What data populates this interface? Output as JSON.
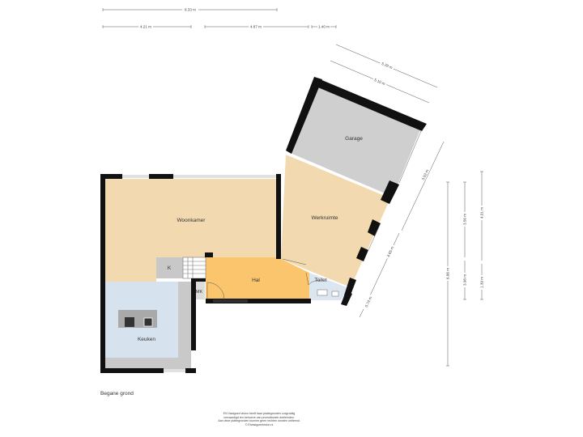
{
  "floor_name": "Begane grond",
  "rooms": {
    "garage": "Garage",
    "werkruimte": "Werkruimte",
    "woonkamer": "Woonkamer",
    "hal": "Hal",
    "toilet": "Toilet",
    "keuken": "Keuken",
    "kast": "K",
    "meterkast": "MK"
  },
  "dimensions": {
    "total_width": "8.33 m",
    "width_left": "4.21 m",
    "width_middle": "4.87 m",
    "width_right": "1.40 m",
    "garage_outer": "5.29 m",
    "garage_inner": "5.10 m",
    "diag_upper": "3.92 m",
    "diag_lower": "4.65 m",
    "diag_bottom": "0.74 m",
    "right_total": "6.86 m",
    "right_mid_upper": "3.56 m",
    "right_mid_lower": "3.98 m",
    "right_outer_upper": "4.01 m",
    "right_outer_lower": "1.39 m"
  },
  "disclaimer": [
    "EN Vastgoed vision heeft haar plattegronden zorgvuldig",
    "vervaardigd ten behoeve van promotionele doeleinden.",
    "Aan deze plattegronden kunnen geen rechten worden ontleend.",
    "© Efvastgoedvision.nl"
  ],
  "colors": {
    "living": "#f2d9b0",
    "garage": "#cfcfcf",
    "hall": "#fbc56d",
    "kitchen": "#d7e2ef",
    "toilet": "#dce6f0",
    "wall": "#111111"
  }
}
